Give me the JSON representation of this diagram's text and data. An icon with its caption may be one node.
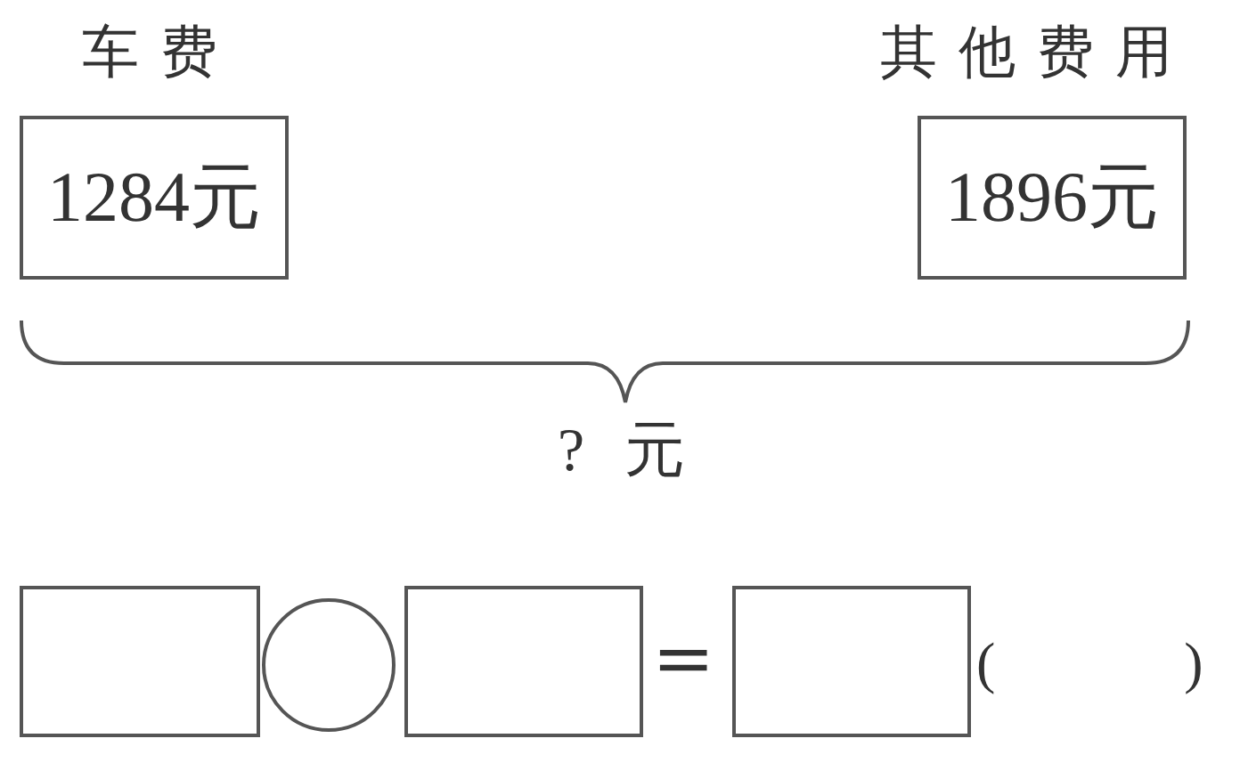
{
  "diagram": {
    "nodes": [
      {
        "text": [
          "车费",
          "1284元"
        ]
      },
      {
        "text": [
          "其他费用",
          "1896元"
        ]
      },
      {
        "text": [],
        "shape": "box"
      },
      {
        "text": [],
        "shape": "circle"
      },
      {
        "text": [],
        "shape": "box"
      },
      {
        "text": [],
        "shape": "box",
        "beside": [
          "( )"
        ]
      }
    ],
    "labels": [
      "? 元",
      "="
    ]
  }
}
